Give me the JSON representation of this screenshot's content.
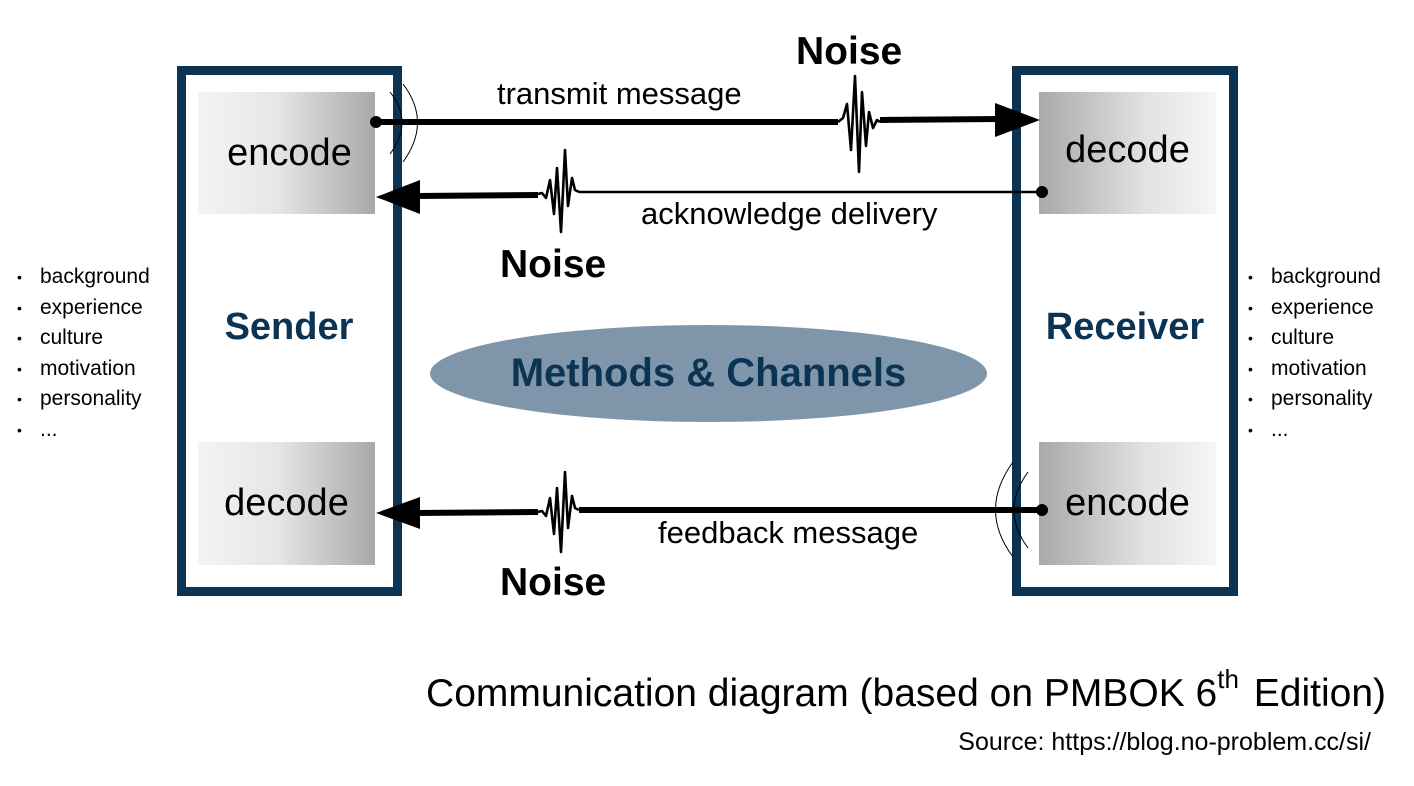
{
  "sender": {
    "label": "Sender",
    "encode_label": "encode",
    "decode_label": "decode",
    "factors": [
      "background",
      "experience",
      "culture",
      "motivation",
      "personality",
      "..."
    ]
  },
  "receiver": {
    "label": "Receiver",
    "decode_label": "decode",
    "encode_label": "encode",
    "factors": [
      "background",
      "experience",
      "culture",
      "motivation",
      "personality",
      "..."
    ]
  },
  "channel": {
    "label": "Methods & Channels"
  },
  "messages": {
    "transmit": "transmit message",
    "acknowledge": "acknowledge delivery",
    "feedback": "feedback message"
  },
  "noise_label": "Noise",
  "caption": {
    "text_before": "Communication diagram (based on PMBOK 6",
    "superscript": "th",
    "text_after": " Edition)"
  },
  "source": "Source: https://blog.no-problem.cc/si/",
  "colors": {
    "box_border": "#0b3354",
    "label_text": "#0b3354",
    "channel_fill": "#7f96aa"
  }
}
